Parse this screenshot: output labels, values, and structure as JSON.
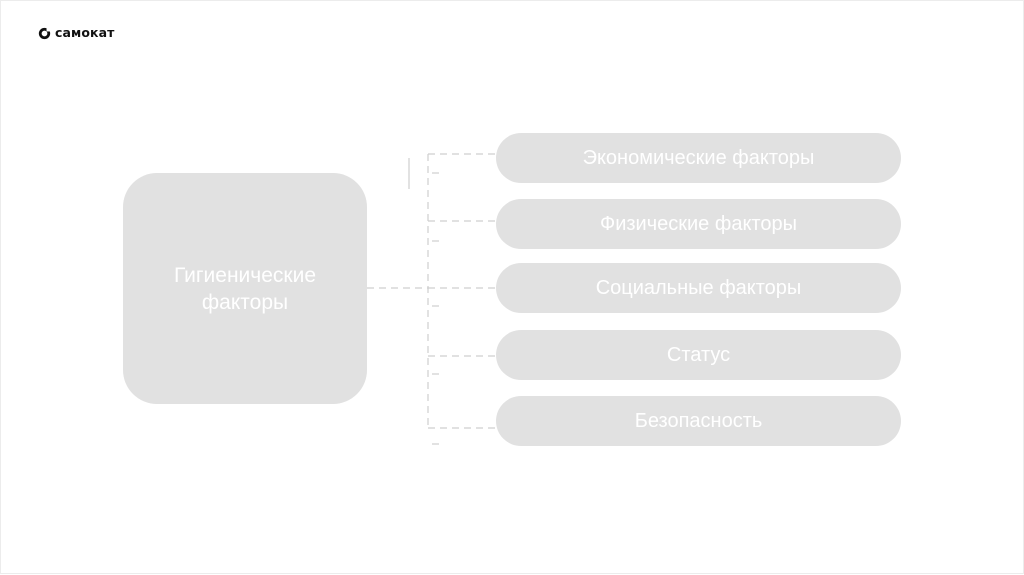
{
  "brand": {
    "logo_text": "самокат",
    "logo_icon": "samokat-ring-icon"
  },
  "diagram": {
    "root": "Гигиенические факторы",
    "factors": [
      "Экономические факторы",
      "Физические факторы",
      "Социальные факторы",
      "Статус",
      "Безопасность"
    ]
  },
  "colors": {
    "box_fill": "#e1e1e1",
    "box_text": "#ffffff",
    "connector": "#cfcfcf",
    "logo": "#111111"
  }
}
